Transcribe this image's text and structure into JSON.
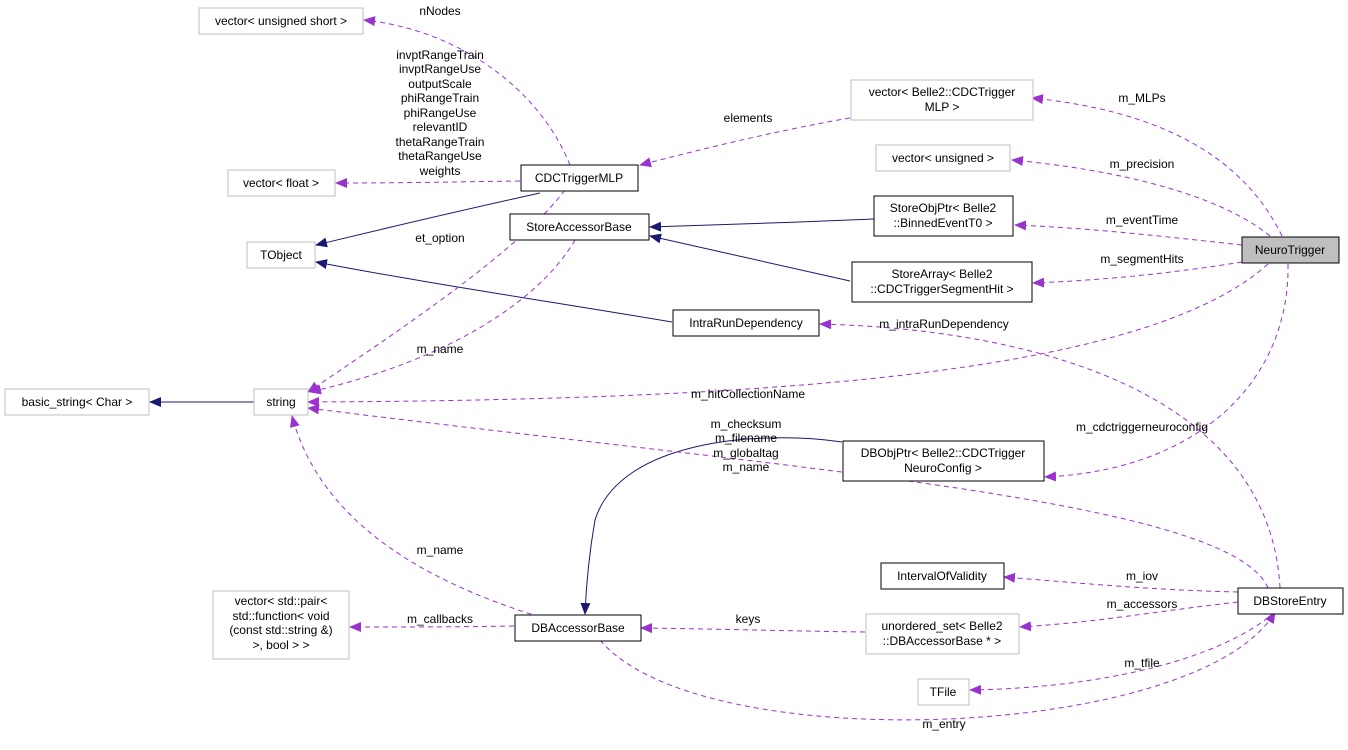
{
  "diagram": {
    "title": "NeuroTrigger collaboration diagram",
    "colors": {
      "member_edge": "#9a32cd",
      "inherit_edge": "#191970",
      "node_border_documented": "#000000",
      "node_border_external": "#bfbfbf",
      "focus_fill": "#bfbfbf"
    },
    "nodes": [
      {
        "id": "vec_ushort",
        "lines": [
          "vector< unsigned short >"
        ],
        "kind": "external"
      },
      {
        "id": "vec_float",
        "lines": [
          "vector< float >"
        ],
        "kind": "external"
      },
      {
        "id": "tobject",
        "lines": [
          "TObject"
        ],
        "kind": "external"
      },
      {
        "id": "basic_string",
        "lines": [
          "basic_string< Char >"
        ],
        "kind": "external"
      },
      {
        "id": "string",
        "lines": [
          "string"
        ],
        "kind": "external"
      },
      {
        "id": "vec_callbacks",
        "lines": [
          "vector< std::pair<",
          "std::function< void",
          "(const std::string &)",
          ">, bool > >"
        ],
        "kind": "external"
      },
      {
        "id": "cdc_mlp",
        "lines": [
          "CDCTriggerMLP"
        ],
        "kind": "documented"
      },
      {
        "id": "store_accessor_base",
        "lines": [
          "StoreAccessorBase"
        ],
        "kind": "documented"
      },
      {
        "id": "intra_run",
        "lines": [
          "IntraRunDependency"
        ],
        "kind": "documented"
      },
      {
        "id": "db_accessor_base",
        "lines": [
          "DBAccessorBase"
        ],
        "kind": "documented"
      },
      {
        "id": "vec_mlp",
        "lines": [
          "vector< Belle2::CDCTrigger",
          "MLP >"
        ],
        "kind": "external"
      },
      {
        "id": "vec_unsigned",
        "lines": [
          "vector< unsigned >"
        ],
        "kind": "external"
      },
      {
        "id": "store_obj_ptr",
        "lines": [
          "StoreObjPtr< Belle2",
          "::BinnedEventT0 >"
        ],
        "kind": "documented"
      },
      {
        "id": "store_array",
        "lines": [
          "StoreArray< Belle2",
          "::CDCTriggerSegmentHit >"
        ],
        "kind": "documented"
      },
      {
        "id": "db_obj_ptr",
        "lines": [
          "DBObjPtr< Belle2::CDCTrigger",
          "NeuroConfig >"
        ],
        "kind": "documented"
      },
      {
        "id": "interval_validity",
        "lines": [
          "IntervalOfValidity"
        ],
        "kind": "documented"
      },
      {
        "id": "unordered_set",
        "lines": [
          "unordered_set< Belle2",
          "::DBAccessorBase * >"
        ],
        "kind": "external"
      },
      {
        "id": "tfile",
        "lines": [
          "TFile"
        ],
        "kind": "external"
      },
      {
        "id": "neuro_trigger",
        "lines": [
          "NeuroTrigger"
        ],
        "kind": "focus"
      },
      {
        "id": "db_store_entry",
        "lines": [
          "DBStoreEntry"
        ],
        "kind": "documented"
      }
    ],
    "edge_labels": {
      "nNodes": [
        "nNodes"
      ],
      "mlp_floats": [
        "invptRangeTrain",
        "invptRangeUse",
        "outputScale",
        "phiRangeTrain",
        "phiRangeUse",
        "relevantID",
        "thetaRangeTrain",
        "thetaRangeUse",
        "weights"
      ],
      "elements": [
        "elements"
      ],
      "m_MLPs": [
        "m_MLPs"
      ],
      "m_precision": [
        "m_precision"
      ],
      "m_eventTime": [
        "m_eventTime"
      ],
      "m_segmentHits": [
        "m_segmentHits"
      ],
      "et_option": [
        "et_option"
      ],
      "m_name_store": [
        "m_name"
      ],
      "m_intraRunDependency": [
        "m_intraRunDependency"
      ],
      "m_hitCollectionName": [
        "m_hitCollectionName"
      ],
      "dbstore_strings": [
        "m_checksum",
        "m_filename",
        "m_globaltag",
        "m_name"
      ],
      "m_cdctriggerneuroconfig": [
        "m_cdctriggerneuroconfig"
      ],
      "m_name_db": [
        "m_name"
      ],
      "m_callbacks": [
        "m_callbacks"
      ],
      "keys": [
        "keys"
      ],
      "m_iov": [
        "m_iov"
      ],
      "m_accessors": [
        "m_accessors"
      ],
      "m_tfile": [
        "m_tfile"
      ],
      "m_entry": [
        "m_entry"
      ]
    }
  }
}
